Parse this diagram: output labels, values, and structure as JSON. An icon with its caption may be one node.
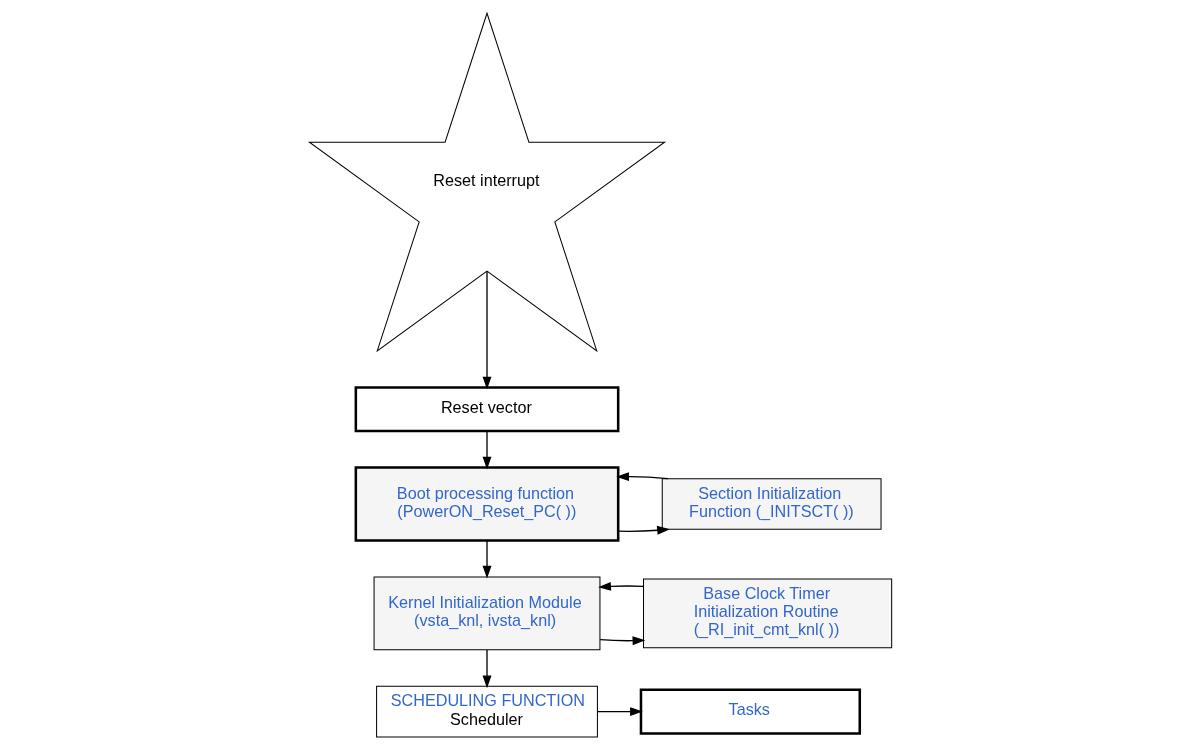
{
  "diagram": {
    "nodes": [
      {
        "text": [
          "Reset interrupt"
        ]
      },
      {
        "text": [
          "Reset vector"
        ]
      },
      {
        "text": [
          "Boot processing function (PowerON_Reset_PC( ))"
        ]
      },
      {
        "text": [
          "Section Initialization Function (_INITSCT( ))"
        ]
      },
      {
        "text": [
          "Kernel Initialization Module (vsta_knl, ivsta_knl)"
        ]
      },
      {
        "text": [
          "Base Clock Timer Initialization Routine (_RI_init_cmt_knl( ))"
        ]
      },
      {
        "text": [
          "SCHEDULING FUNCTION",
          "Scheduler"
        ]
      },
      {
        "text": [
          "Tasks"
        ]
      }
    ],
    "edges": [
      {
        "from": 0,
        "to": 1,
        "arrow": "to"
      },
      {
        "from": 1,
        "to": 2,
        "arrow": "to"
      },
      {
        "from": 2,
        "to": 3,
        "arrow": "to"
      },
      {
        "from": 3,
        "to": 2,
        "arrow": "to"
      },
      {
        "from": 2,
        "to": 4,
        "arrow": "to"
      },
      {
        "from": 4,
        "to": 5,
        "arrow": "to"
      },
      {
        "from": 5,
        "to": 4,
        "arrow": "to"
      },
      {
        "from": 4,
        "to": 6,
        "arrow": "to"
      },
      {
        "from": 6,
        "to": 7,
        "arrow": "to"
      }
    ]
  }
}
